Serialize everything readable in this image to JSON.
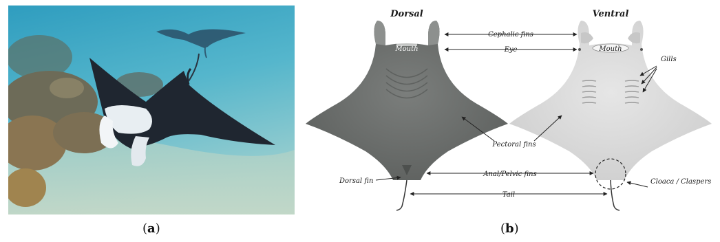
{
  "panel_a": {
    "caption_letter": "a"
  },
  "panel_b": {
    "caption_letter": "b",
    "headers": {
      "dorsal": "Dorsal",
      "ventral": "Ventral"
    },
    "labels": {
      "cephalic_fins": "Cephalic fins",
      "eye": "Eye",
      "mouth_dorsal": "Mouth",
      "mouth_ventral": "Mouth",
      "gills": "Gills",
      "pectoral_fins": "Pectoral fins",
      "dorsal_fin": "Dorsal fin",
      "anal_pelvic_fins": "Anal/Pelvic fins",
      "cloaca_claspers": "Cloaca / Claspers",
      "tail": "Tail"
    },
    "colors": {
      "dorsal_body": "#6e716f",
      "ventral_body": "#d9d9d9",
      "water": "#3fa7c4"
    }
  }
}
